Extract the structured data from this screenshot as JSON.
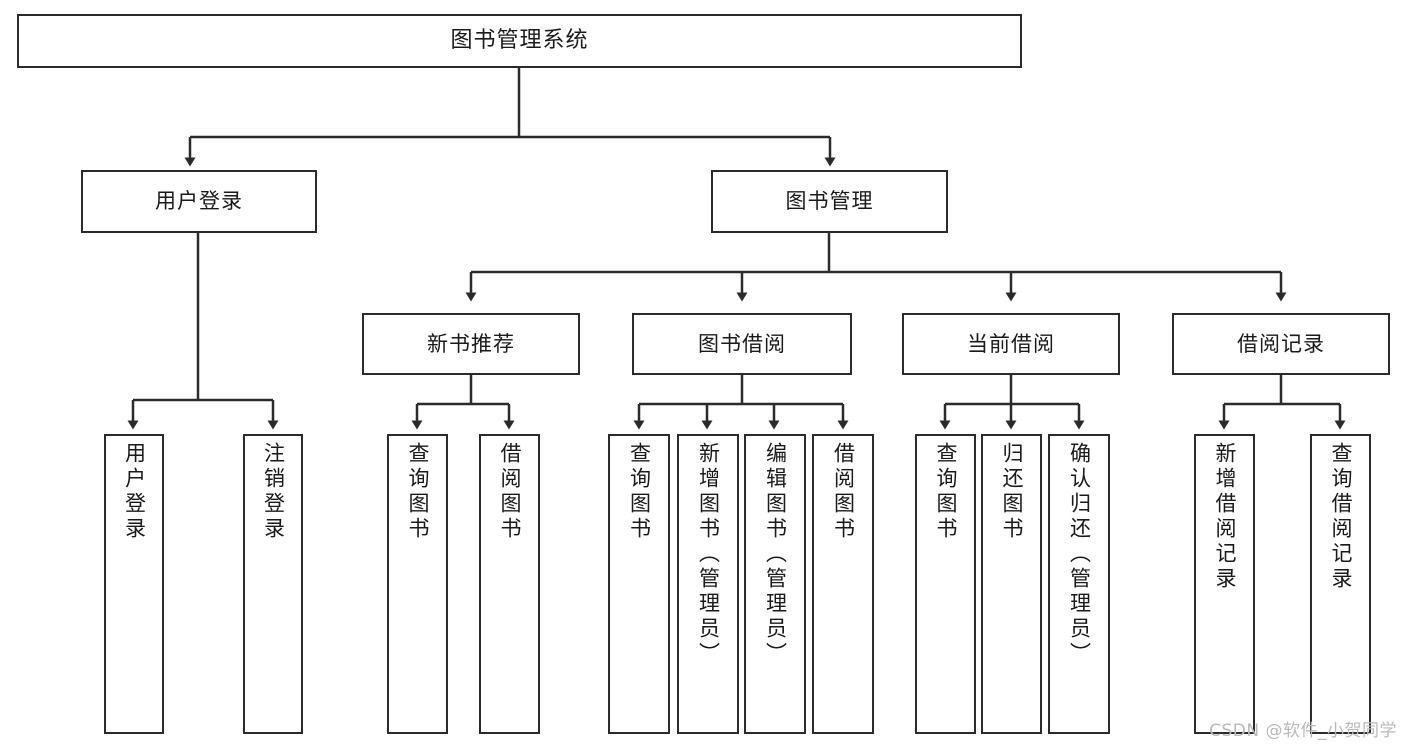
{
  "diagram": {
    "title": "图书管理系统",
    "type": "hierarchy-tree",
    "watermark": "CSDN @软件_小贺同学",
    "colors": {
      "stroke": "#2b2b2b",
      "fill": "#ffffff",
      "text": "#1a1a1a",
      "watermark": "#b9b9b9"
    },
    "levels": {
      "root": {
        "label": "图书管理系统"
      },
      "level2": [
        {
          "label": "用户登录"
        },
        {
          "label": "图书管理"
        }
      ],
      "level3": [
        {
          "label": "新书推荐"
        },
        {
          "label": "图书借阅"
        },
        {
          "label": "当前借阅"
        },
        {
          "label": "借阅记录"
        }
      ],
      "leaves": {
        "user_login": [
          {
            "label": "用户登录"
          },
          {
            "label": "注销登录"
          }
        ],
        "new_book_recommend": [
          {
            "label": "查询图书"
          },
          {
            "label": "借阅图书"
          }
        ],
        "book_borrow": [
          {
            "label": "查询图书"
          },
          {
            "label": "新增图书（管理员）"
          },
          {
            "label": "编辑图书（管理员）"
          },
          {
            "label": "借阅图书"
          }
        ],
        "current_borrow": [
          {
            "label": "查询图书"
          },
          {
            "label": "归还图书"
          },
          {
            "label": "确认归还（管理员）"
          }
        ],
        "borrow_record": [
          {
            "label": "新增借阅记录"
          },
          {
            "label": "查询借阅记录"
          }
        ]
      }
    }
  }
}
